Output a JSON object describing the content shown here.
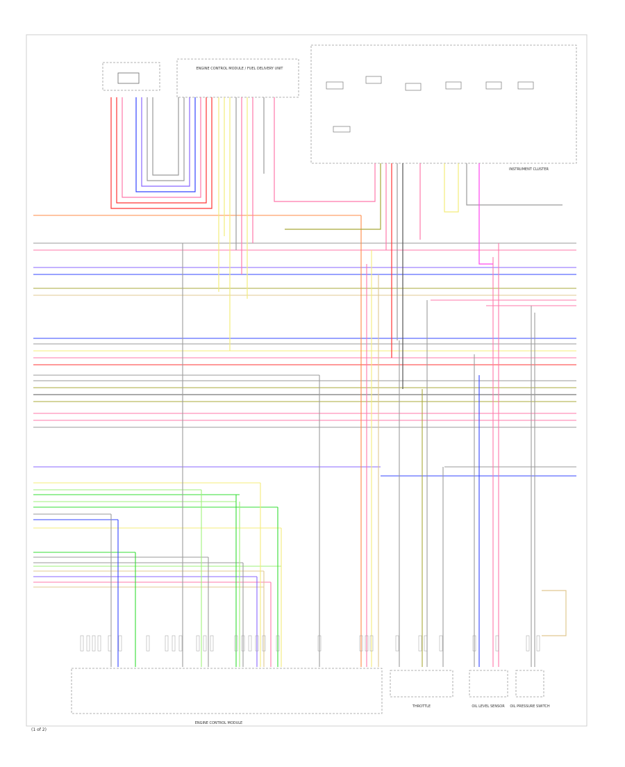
{
  "page_label": "(1 of 2)",
  "components": {
    "ecm_top": "ENGINE CONTROL MODULE / FUEL DELIVERY UNIT",
    "cluster": "INSTRUMENT CLUSTER",
    "ecm_bottom": "ENGINE CONTROL MODULE",
    "throttle": "THROTTLE",
    "oil_sensor": "OIL LEVEL SENSOR",
    "oil_pressure_switch": "OIL PRESSURE SWITCH"
  },
  "colors": {
    "red": "#ff3333",
    "pink": "#ff77aa",
    "blue": "#3344ff",
    "violet": "#8866ff",
    "yellow": "#f4ec7a",
    "green": "#33dd33",
    "lightgreen": "#9ef27a",
    "grey": "#9a9a9a",
    "black": "#555555",
    "brown": "#b48a3c",
    "orange": "#ff8844",
    "olive": "#a8a838",
    "tan": "#e0c890",
    "magenta": "#ff44ee",
    "wire_label": "#999999"
  }
}
